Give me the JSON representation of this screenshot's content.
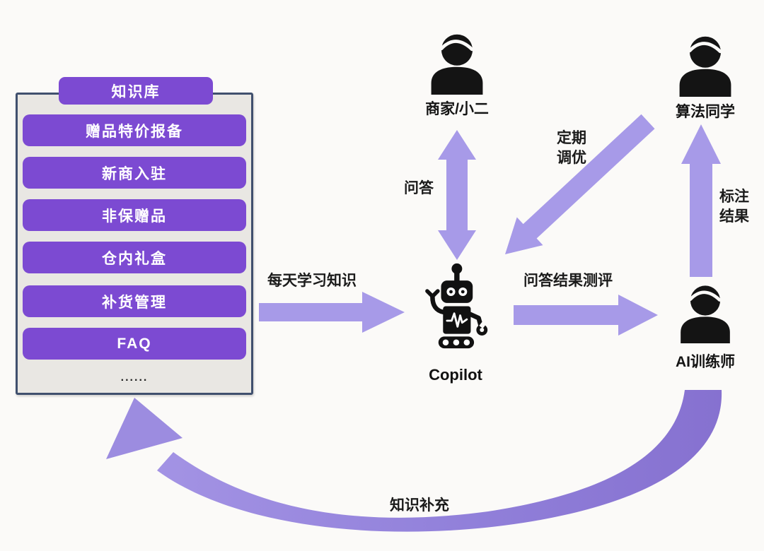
{
  "colors": {
    "accent": "#7c4ad2",
    "arrow": "#a79ae8",
    "swoosh-a": "#a393e4",
    "swoosh-b": "#8671d0",
    "panel-border": "#40506e",
    "panel-bg": "#e9e7e3",
    "canvas": "#fbfaf8",
    "text": "#1b1b1b"
  },
  "kb": {
    "header": "知识库",
    "items": [
      "赠品特价报备",
      "新商入驻",
      "非保赠品",
      "仓内礼盒",
      "补货管理",
      "FAQ"
    ],
    "more": "......"
  },
  "actors": {
    "merchant": "商家/小二",
    "algorithm": "算法同学",
    "trainer": "AI训练师"
  },
  "copilot": {
    "label": "Copilot"
  },
  "edges": {
    "learn": "每天学习知识",
    "qa": "问答",
    "tuning_line1": "定期",
    "tuning_line2": "调优",
    "qa_eval": "问答结果测评",
    "annotate_line1": "标注",
    "annotate_line2": "结果",
    "supplement": "知识补充"
  }
}
